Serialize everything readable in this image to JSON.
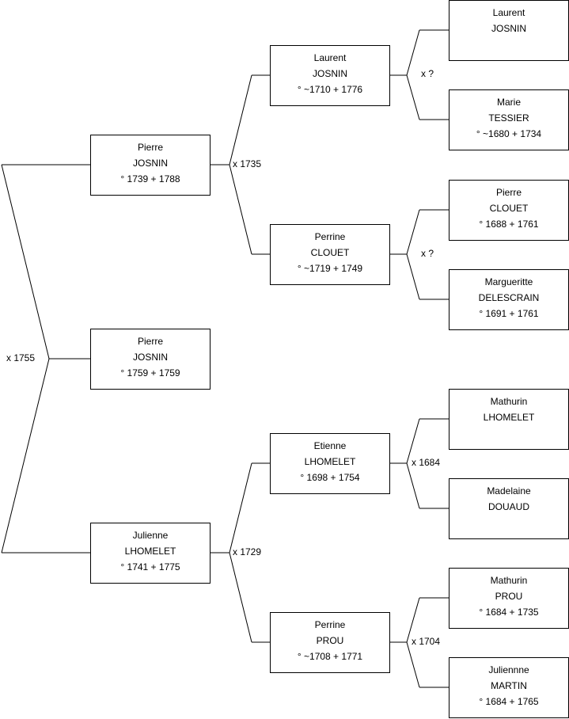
{
  "persons": {
    "p1": {
      "first": "Pierre",
      "last": "JOSNIN",
      "dates": "° 1739 + 1788"
    },
    "p2": {
      "first": "Pierre",
      "last": "JOSNIN",
      "dates": "° 1759 + 1759"
    },
    "p3": {
      "first": "Julienne",
      "last": "LHOMELET",
      "dates": "° 1741 + 1775"
    },
    "g1": {
      "first": "Laurent",
      "last": "JOSNIN",
      "dates": "° ~1710 + 1776"
    },
    "g2": {
      "first": "Perrine",
      "last": "CLOUET",
      "dates": "° ~1719 + 1749"
    },
    "g3": {
      "first": "Etienne",
      "last": "LHOMELET",
      "dates": "° 1698 + 1754"
    },
    "g4": {
      "first": "Perrine",
      "last": "PROU",
      "dates": "° ~1708 + 1771"
    },
    "gg1": {
      "first": "Laurent",
      "last": "JOSNIN",
      "dates": ""
    },
    "gg2": {
      "first": "Marie",
      "last": "TESSIER",
      "dates": "° ~1680 + 1734"
    },
    "gg3": {
      "first": "Pierre",
      "last": "CLOUET",
      "dates": "° 1688 + 1761"
    },
    "gg4": {
      "first": "Margueritte",
      "last": "DELESCRAIN",
      "dates": "° 1691 + 1761"
    },
    "gg5": {
      "first": "Mathurin",
      "last": "LHOMELET",
      "dates": ""
    },
    "gg6": {
      "first": "Madelaine",
      "last": "DOUAUD",
      "dates": ""
    },
    "gg7": {
      "first": "Mathurin",
      "last": "PROU",
      "dates": "° 1684 + 1735"
    },
    "gg8": {
      "first": "Juliennne",
      "last": "MARTIN",
      "dates": "° 1684 + 1765"
    }
  },
  "marriages": {
    "root": "x 1755",
    "p1": "x 1735",
    "p3": "x 1729",
    "g1": "x ?",
    "g2": "x ?",
    "g3": "x 1684",
    "g4": "x 1704"
  }
}
